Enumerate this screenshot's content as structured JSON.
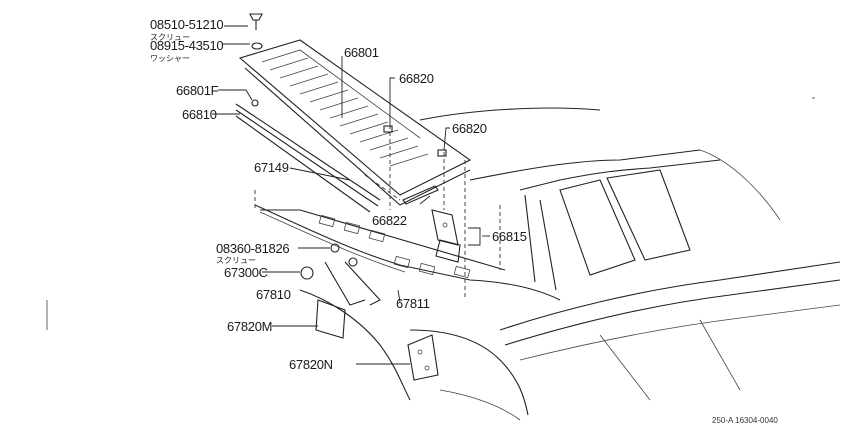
{
  "parts": {
    "screw_top": {
      "number": "08510-51210",
      "note": "スクリュー"
    },
    "washer": {
      "number": "08915-43510",
      "note": "ワッシャー"
    },
    "p66801": "66801",
    "p66801F": "66801F",
    "p66820_a": "66820",
    "p66820_b": "66820",
    "p66810": "66810",
    "p67149": "67149",
    "p66822": "66822",
    "p66815": "66815",
    "screw_mid": {
      "number": "08360-81826",
      "note": "スクリュー"
    },
    "p67300C": "67300C",
    "p67810": "67810",
    "p67811": "67811",
    "p67820M": "67820M",
    "p67820N": "67820N"
  },
  "diagram_code": "250-A 16304-0040"
}
